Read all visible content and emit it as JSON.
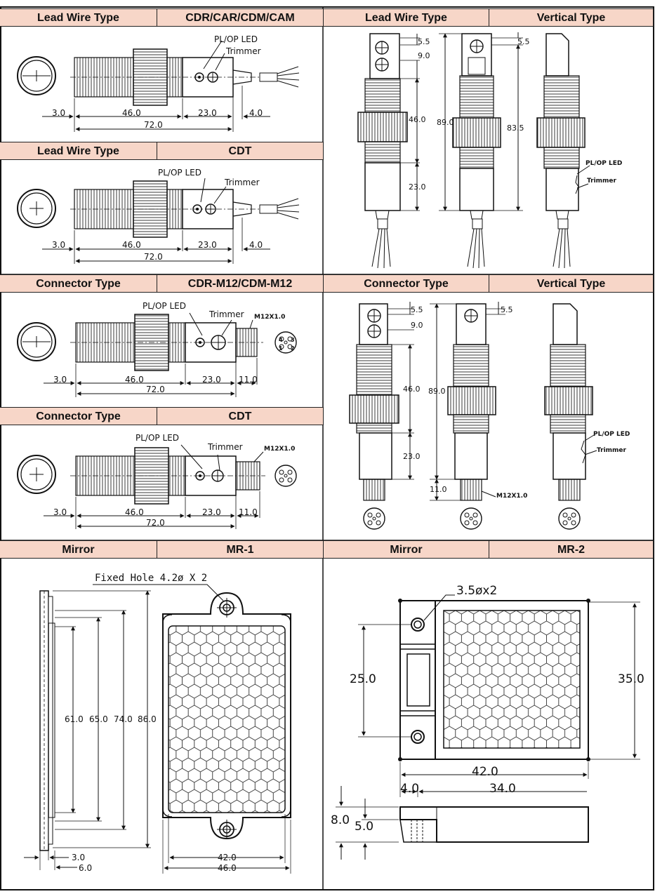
{
  "headers": {
    "r1_left_a": "Lead Wire Type",
    "r1_left_b": "CDR/CAR/CDM/CAM",
    "r1_right_a": "Lead Wire Type",
    "r1_right_b": "Vertical Type",
    "r2_left_a": "Lead Wire Type",
    "r2_left_b": "CDT",
    "r3_left_a": "Connector Type",
    "r3_left_b": "CDR-M12/CDM-M12",
    "r3_right_a": "Connector Type",
    "r3_right_b": "Vertical Type",
    "r4_left_a": "Connector Type",
    "r4_left_b": "CDT",
    "r5_left_a": "Mirror",
    "r5_left_b": "MR-1",
    "r5_right_a": "Mirror",
    "r5_right_b": "MR-2"
  },
  "labels": {
    "pl_op_led": "PL/OP LED",
    "trimmer": "Trimmer",
    "m12": "M12X1.0",
    "fixed_hole": "Fixed Hole 4.2ø X 2",
    "mr2_hole": "3.5øx2"
  },
  "dims": {
    "a_3": "3.0",
    "a_46": "46.0",
    "a_23": "23.0",
    "a_4": "4.0",
    "a_72": "72.0",
    "b_3": "3.0",
    "b_46": "46.0",
    "b_23": "23.0",
    "b_4": "4.0",
    "b_72": "72.0",
    "c_3": "3.0",
    "c_46": "46.0",
    "c_23": "23.0",
    "c_11": "11.0",
    "c_72": "72.0",
    "d_3": "3.0",
    "d_46": "46.0",
    "d_23": "23.0",
    "d_11": "11.0",
    "d_72": "72.0",
    "v1_55": "5.5",
    "v1_9": "9.0",
    "v1_46": "46.0",
    "v1_23": "23.0",
    "v1_89": "89.0",
    "v1_55b": "5.5",
    "v1_835": "83.5",
    "v2_55": "5.5",
    "v2_9": "9.0",
    "v2_46": "46.0",
    "v2_23": "23.0",
    "v2_89": "89.0",
    "v2_55b": "5.5",
    "v2_11": "11.0",
    "m1_61": "61.0",
    "m1_65": "65.0",
    "m1_74": "74.0",
    "m1_86": "86.0",
    "m1_3": "3.0",
    "m1_6": "6.0",
    "m1_42": "42.0",
    "m1_46": "46.0",
    "m2_25": "25.0",
    "m2_35": "35.0",
    "m2_42": "42.0",
    "m2_4": "4.0",
    "m2_34": "34.0",
    "m2_8": "8.0",
    "m2_5": "5.0"
  },
  "pin_labels": {
    "p4": "4",
    "p3": "3",
    "p1": "1",
    "p2": "2",
    "o": "O"
  },
  "colors": {
    "header_bg": "#f7d6c8",
    "line": "#111111"
  }
}
